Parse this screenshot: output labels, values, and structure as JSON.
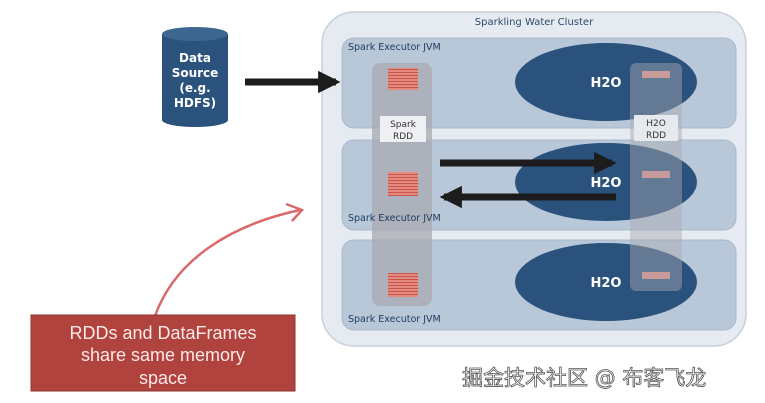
{
  "diagram": {
    "cluster_title": "Sparkling Water Cluster",
    "data_source": [
      "Data",
      "Source",
      "(e.g.",
      "HDFS)"
    ],
    "executors": [
      {
        "label": "Spark Executor JVM",
        "engine": "H2O"
      },
      {
        "label": "Spark Executor JVM",
        "engine": "H2O"
      },
      {
        "label": "Spark Executor JVM",
        "engine": "H2O"
      }
    ],
    "spark_rdd_label": [
      "Spark",
      "RDD"
    ],
    "h2o_rdd_label": [
      "H2O",
      "RDD"
    ],
    "callout": [
      "RDDs and DataFrames",
      "share same memory",
      "space"
    ],
    "watermark": "掘金技术社区 @ 布客飞龙",
    "colors": {
      "cluster_bg": "#e6ebf1",
      "executor_bg": "#b9c8d8",
      "h2o_ellipse": "#2b527c",
      "rdd_column": "#a8a9b2",
      "rdd_block": "#e07a6e",
      "data_source": "#2b527c",
      "callout_bg": "#b1433f",
      "callout_arrow": "#d9696a",
      "arrow": "#1c1c1c"
    }
  }
}
